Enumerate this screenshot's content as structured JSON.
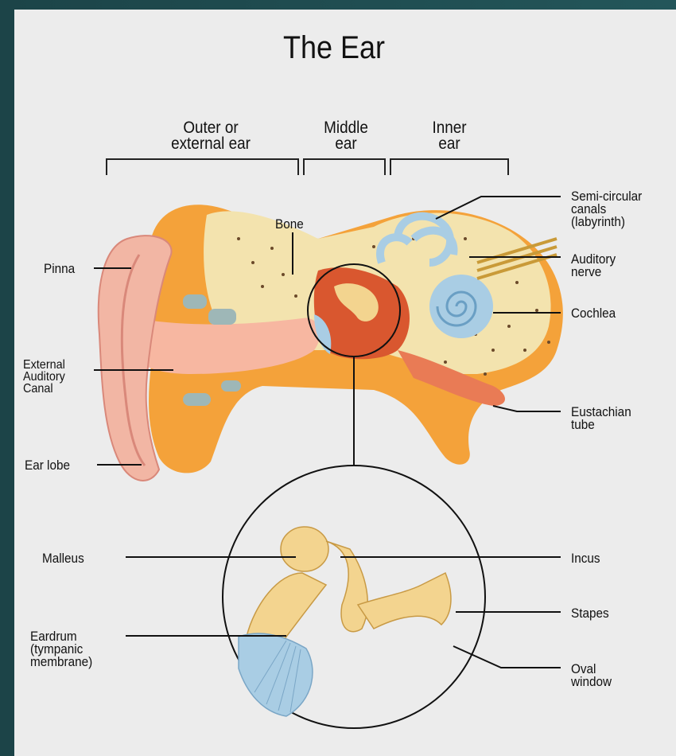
{
  "title": "The Ear",
  "sections": {
    "outer": "Outer or\nexternal ear",
    "middle": "Middle\near",
    "inner": "Inner\near"
  },
  "labels": {
    "bone": "Bone",
    "pinna": "Pinna",
    "external_canal": "External\nAuditory\nCanal",
    "ear_lobe": "Ear lobe",
    "semicircular": "Semi-circular\ncanals\n(labyrinth)",
    "auditory_nerve": "Auditory\nnerve",
    "cochlea": "Cochlea",
    "eustachian": "Eustachian\ntube",
    "malleus": "Malleus",
    "eardrum": "Eardrum\n(tympanic\nmembrane)",
    "incus": "Incus",
    "stapes": "Stapes",
    "oval_window": "Oval\nwindow"
  },
  "colors": {
    "skin": "#f2b6a4",
    "flesh": "#f4a23a",
    "bone": "#f3e3ae",
    "canal": "#f7b7a1",
    "fluid": "#a9cde4",
    "ossicle": "#f3d48f"
  }
}
